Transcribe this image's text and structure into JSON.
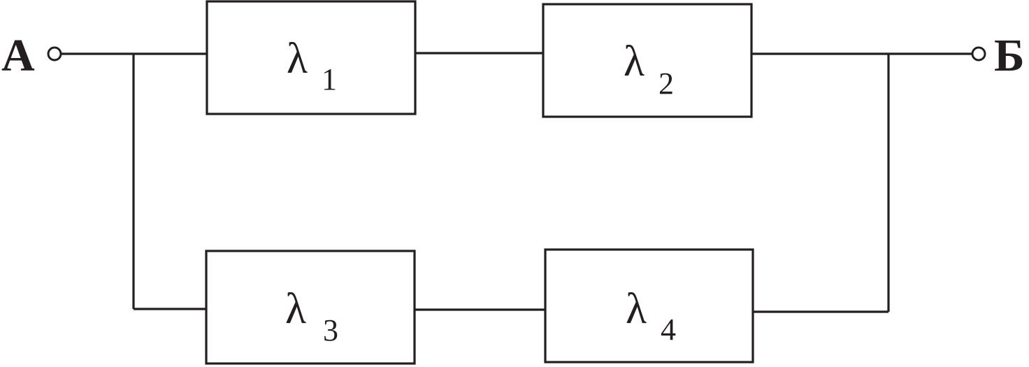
{
  "terminals": {
    "input_label": "А",
    "output_label": "Б"
  },
  "blocks": [
    {
      "symbol": "λ",
      "index": "1"
    },
    {
      "symbol": "λ",
      "index": "2"
    },
    {
      "symbol": "λ",
      "index": "3"
    },
    {
      "symbol": "λ",
      "index": "4"
    }
  ]
}
